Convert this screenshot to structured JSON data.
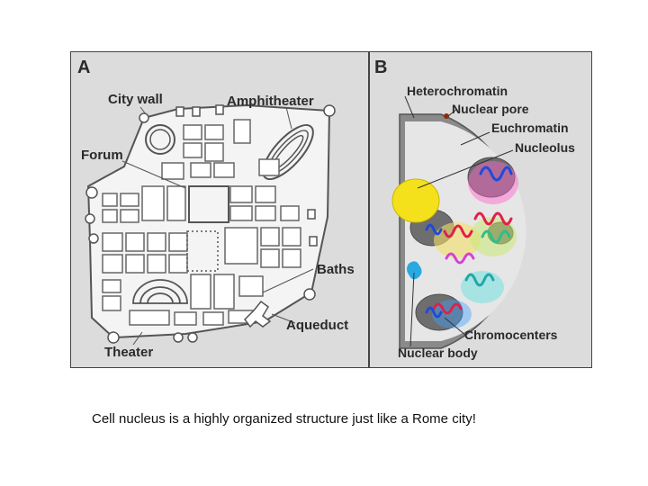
{
  "panel_a": {
    "letter": "A",
    "labels": {
      "city_wall": "City wall",
      "amphitheater": "Amphitheater",
      "forum": "Forum",
      "baths": "Baths",
      "aqueduct": "Aqueduct",
      "theater": "Theater"
    }
  },
  "panel_b": {
    "letter": "B",
    "labels": {
      "heterochromatin": "Heterochromatin",
      "nuclear_pore": "Nuclear pore",
      "euchromatin": "Euchromatin",
      "nucleolus": "Nucleolus",
      "chromocenters": "Chromocenters",
      "nuclear_body": "Nuclear body"
    }
  },
  "caption": "Cell nucleus is a highly organized structure just like a Rome city!",
  "colors": {
    "panel_bg": "#dcdcdc",
    "border": "#444444",
    "heterochromatin": "#7a7a7a",
    "nucleolus": "#f7e21b",
    "chromocenter": "#707070"
  }
}
